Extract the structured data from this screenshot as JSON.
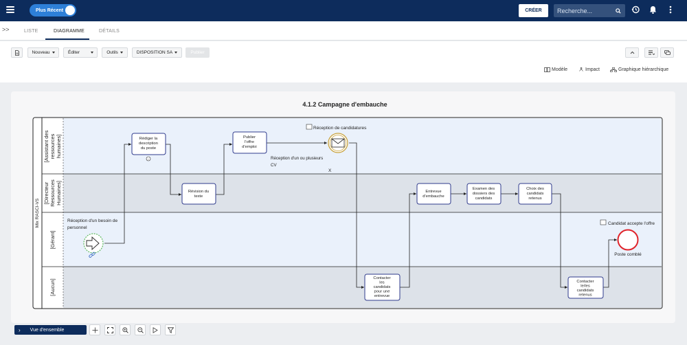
{
  "topbar": {
    "toggle_label": "Plus Récent",
    "create_label": "CRÉER",
    "search_placeholder": "Recherche...",
    "icons": [
      "menu-icon",
      "search-icon",
      "history-icon",
      "bell-icon",
      "more-vert-icon"
    ]
  },
  "tabs": [
    {
      "label": "LISTE",
      "active": false
    },
    {
      "label": "DIAGRAMME",
      "active": true
    },
    {
      "label": "DÉTAILS",
      "active": false
    }
  ],
  "toolbar": {
    "nouveau": "Nouveau",
    "editer": "Éditer",
    "outils": "Outils",
    "disposition": "DISPOSITION SA",
    "publier": "Publier"
  },
  "view_links": {
    "modele": "Modèle",
    "impact": "Impact",
    "graphique": "Graphique hiérarchique"
  },
  "diagram": {
    "title": "4.1.2 Campagne d'embauche",
    "pool_label": "Mix RASCI-VS",
    "lanes": [
      "[Assistant des ressources humaines]",
      "[Directeur Ressources Humaines]",
      "[Gérant]",
      "[Aucun]"
    ],
    "tasks": {
      "rediger": "Rédiger la description du poste",
      "revision": "Révision du texte",
      "publier": "Publier l'offre d'emploi",
      "contacter_candidats": "Contacter les candidats pour une entrevue",
      "entrevue": "Entrevue d'embauche",
      "examen": "Examen des dossiers des candidats",
      "choix": "Choix des candidats retenus",
      "contacter_retenus": "Contacter le/les candidats retenus"
    },
    "events": {
      "start_label": "Réception d'un besoin de personnel",
      "reception_label": "Réception de candidatures",
      "reception_sub": "Réception d'un ou plusieurs CV",
      "reception_x": "X",
      "end_annotation": "Candidat accepte l'offre",
      "end_label": "Poste comblé"
    },
    "colors": {
      "lane_light": "#eaf1fb",
      "lane_dark": "#dde2e9",
      "task_border": "#2e3a8c",
      "message_event": "#c8a23c",
      "start_event": "#5cb85c",
      "end_event": "#e0242b"
    }
  },
  "bottom": {
    "overview_label": "Vue d'ensemble"
  }
}
